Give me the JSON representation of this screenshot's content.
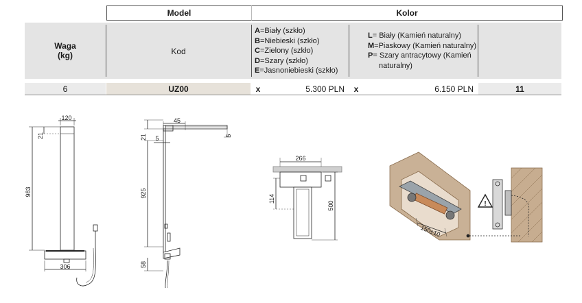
{
  "header": {
    "model": "Model",
    "kolor": "Kolor"
  },
  "columns": {
    "waga_line1": "Waga",
    "waga_line2": "(kg)",
    "kod": "Kod"
  },
  "glass_colors": [
    {
      "code": "A",
      "label": "=Biały (szkło)"
    },
    {
      "code": "B",
      "label": "=Niebieski (szkło)"
    },
    {
      "code": "C",
      "label": "=Zielony (szkło)"
    },
    {
      "code": "D",
      "label": "=Szary (szkło)"
    },
    {
      "code": "E",
      "label": "=Jasnoniebieski (szkło)"
    }
  ],
  "stone_colors": [
    {
      "code": "L",
      "label": "= Biały (Kamień naturalny)"
    },
    {
      "code": "M",
      "label": "=Piaskowy (Kamień naturalny)"
    },
    {
      "code": "P",
      "label": "= Szary antracytowy (Kamień"
    },
    {
      "code": "",
      "label": "naturalny)"
    }
  ],
  "row": {
    "waga": "6",
    "kod": "UZ00",
    "mark1": "x",
    "price1": "5.300 PLN",
    "mark2": "x",
    "price2": "6.150 PLN",
    "last": "11"
  },
  "dimensions": {
    "front_width_top": "120",
    "front_height": "983",
    "front_top_gap": "21",
    "front_base_width": "306",
    "side_arm": "45",
    "side_top_gap": "21",
    "side_offset": "5",
    "side_right": "5",
    "side_height": "925",
    "side_base": "58",
    "box_width": "266",
    "box_inner": "114",
    "box_depth": "500",
    "mount_spacing": "150±10"
  }
}
